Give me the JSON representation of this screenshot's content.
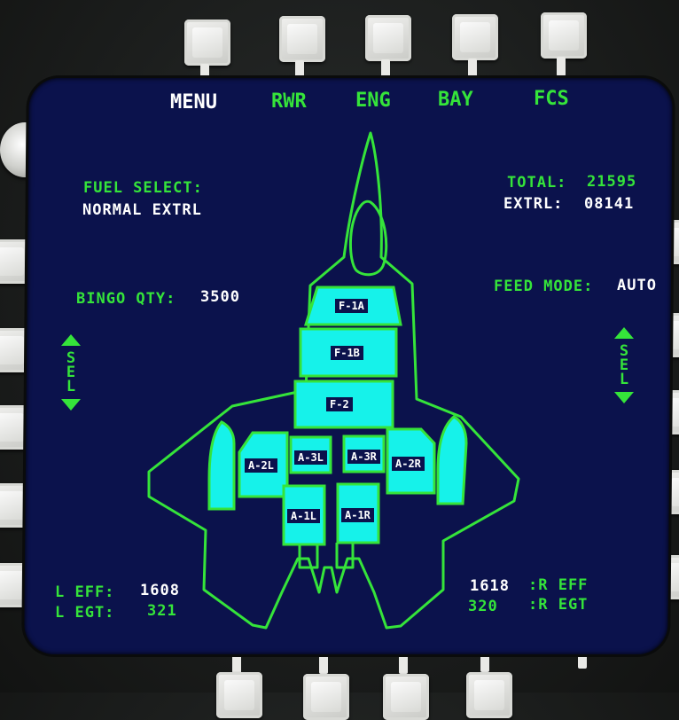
{
  "top_menu": {
    "menu": "MENU",
    "rwr": "RWR",
    "eng": "ENG",
    "bay": "BAY",
    "fcs": "FCS"
  },
  "fuel_select": {
    "label": "FUEL SELECT:",
    "value": "NORMAL EXTRL"
  },
  "totals": {
    "total_label": "TOTAL:",
    "total_value": "21595",
    "extrl_label": "EXTRL:",
    "extrl_value": "08141"
  },
  "bingo": {
    "label": "BINGO QTY:",
    "value": "3500"
  },
  "feed_mode": {
    "label": "FEED MODE:",
    "value": "AUTO"
  },
  "sel_left": {
    "s": "S",
    "e": "E",
    "l": "L"
  },
  "sel_right": {
    "s": "S",
    "e": "E",
    "l": "L"
  },
  "tanks": {
    "f1a": "F-1A",
    "f1b": "F-1B",
    "f2": "F-2",
    "a2l": "A-2L",
    "a3l": "A-3L",
    "a3r": "A-3R",
    "a2r": "A-2R",
    "a1l": "A-1L",
    "a1r": "A-1R"
  },
  "engine_left": {
    "eff_label": "L EFF:",
    "eff_value": "1608",
    "egt_label": "L EGT:",
    "egt_value": "321"
  },
  "engine_right": {
    "eff_value": "1618",
    "eff_label": ":R EFF",
    "egt_value": "320",
    "egt_label": ":R EGT"
  },
  "colors": {
    "screen": "#0b124c",
    "green": "#35e43a",
    "tank": "#16f2ea",
    "white": "#ffffff"
  },
  "icons": {
    "up": "triangle-up-icon",
    "down": "triangle-down-icon"
  }
}
